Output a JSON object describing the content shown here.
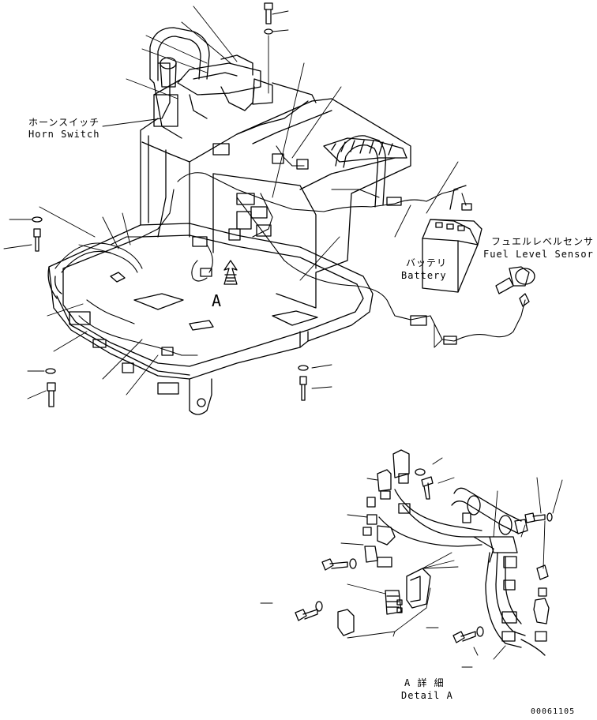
{
  "labels": {
    "horn_switch_jp": "ホーンスイッチ",
    "horn_switch_en": "Horn Switch",
    "fuel_sensor_jp": "フュエルレベルセンサ",
    "fuel_sensor_en": "Fuel Level Sensor",
    "battery_jp": "バッテリ",
    "battery_en": "Battery",
    "view_marker": "A",
    "detail_jp": "A 詳 細",
    "detail_en": "Detail A",
    "drawing_number": "00061105"
  }
}
